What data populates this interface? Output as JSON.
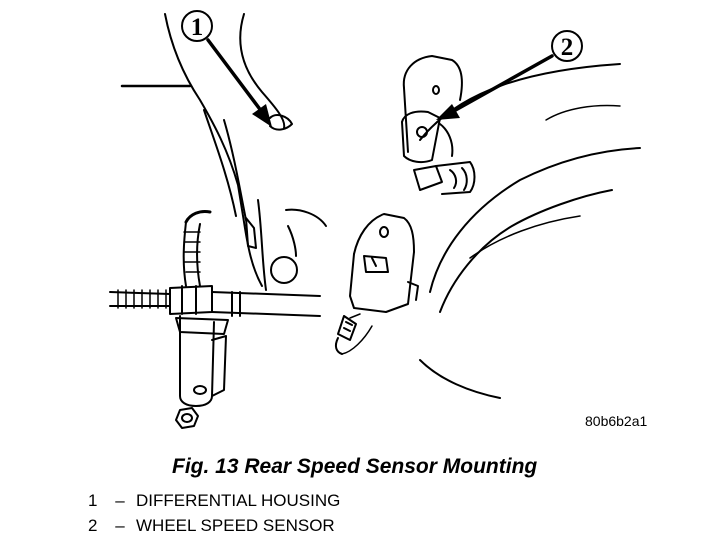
{
  "figure": {
    "caption": "Fig. 13 Rear Speed Sensor Mounting",
    "reference_code": "80b6b2a1"
  },
  "callouts": [
    {
      "number": "1"
    },
    {
      "number": "2"
    }
  ],
  "legend": [
    {
      "number": "1",
      "separator": "–",
      "text": "DIFFERENTIAL HOUSING"
    },
    {
      "number": "2",
      "separator": "–",
      "text": "WHEEL SPEED SENSOR"
    }
  ],
  "colors": {
    "ink": "#000000",
    "paper": "#ffffff"
  }
}
